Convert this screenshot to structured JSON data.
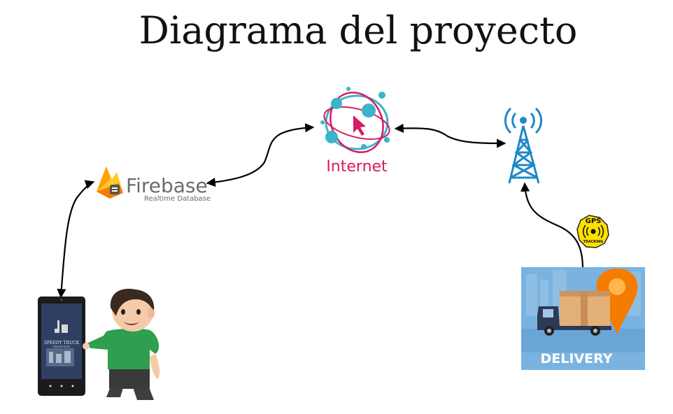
{
  "title": "Diagrama del proyecto",
  "nodes": {
    "firebase": {
      "name": "Firebase",
      "subtitle": "Realtime Database"
    },
    "internet": {
      "name": "Internet"
    },
    "tower": {
      "icon": "radio-tower-icon"
    },
    "gps_badge": {
      "label": "GPS",
      "sublabel": "TRACKING"
    },
    "delivery": {
      "label": "DELIVERY"
    },
    "phone": {
      "screen_title": "SPEEDY TRUCK",
      "screen_subtitle": "TRANSPORTES"
    },
    "user": {
      "icon": "user-cartoon-icon"
    }
  },
  "connections": [
    {
      "from": "phone",
      "to": "firebase",
      "bidirectional": true
    },
    {
      "from": "firebase",
      "to": "internet",
      "bidirectional": true
    },
    {
      "from": "internet",
      "to": "tower",
      "bidirectional": true
    },
    {
      "from": "delivery",
      "to": "tower",
      "bidirectional": false
    }
  ],
  "colors": {
    "internet_red": "#d81b60",
    "internet_cyan": "#3ab4c8",
    "tower_blue": "#1e88c8",
    "firebase_yellow": "#ffca28",
    "firebase_orange": "#f57c00",
    "delivery_bg": "#7ab3df",
    "gps_yellow": "#ffe000",
    "shirt_green": "#2e9e4f"
  }
}
